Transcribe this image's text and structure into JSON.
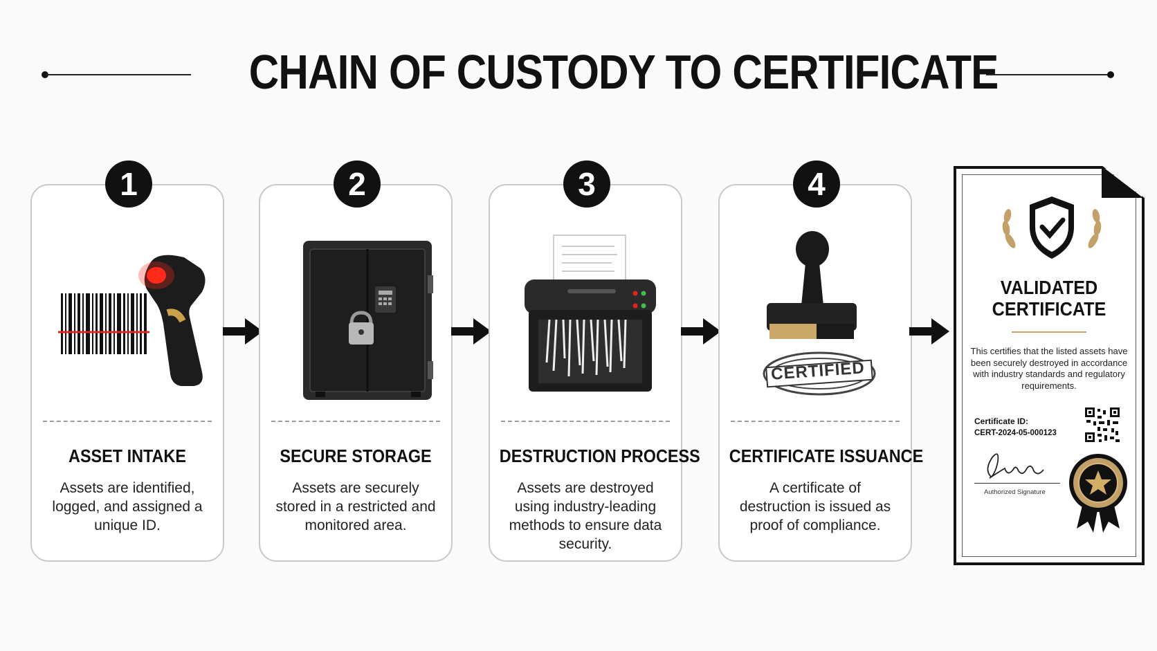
{
  "page": {
    "title": "CHAIN OF CUSTODY TO CERTIFICATE"
  },
  "steps": [
    {
      "number": "1",
      "title": "ASSET INTAKE",
      "description": "Assets are identified, logged, and assigned a unique ID.",
      "icon": "barcode-scanner-icon"
    },
    {
      "number": "2",
      "title": "SECURE STORAGE",
      "description": "Assets are securely stored in a restricted and monitored area.",
      "icon": "safe-icon"
    },
    {
      "number": "3",
      "title": "DESTRUCTION PROCESS",
      "description": "Assets are destroyed using industry-leading methods to ensure data security.",
      "icon": "shredder-icon"
    },
    {
      "number": "4",
      "title": "CERTIFICATE ISSUANCE",
      "description": "A certificate of destruction is issued as proof of compliance.",
      "icon": "rubber-stamp-icon",
      "stamp_text": "CERTIFIED"
    }
  ],
  "certificate": {
    "title_line1": "VALIDATED",
    "title_line2": "CERTIFICATE",
    "body": "This certifies that the listed assets have been securely destroyed in accordance with industry standards and regulatory requirements.",
    "id_label": "Certificate ID:",
    "id_value": "CERT-2024-05-000123",
    "signature_label": "Authorized Signature",
    "icons": [
      "shield-check-icon",
      "laurel-icon",
      "qr-code-icon",
      "signature-icon",
      "gold-seal-icon"
    ]
  },
  "colors": {
    "ink": "#111111",
    "gold": "#c2a068",
    "scanner_laser": "#e0261c",
    "card_border": "#c9c9c9"
  }
}
